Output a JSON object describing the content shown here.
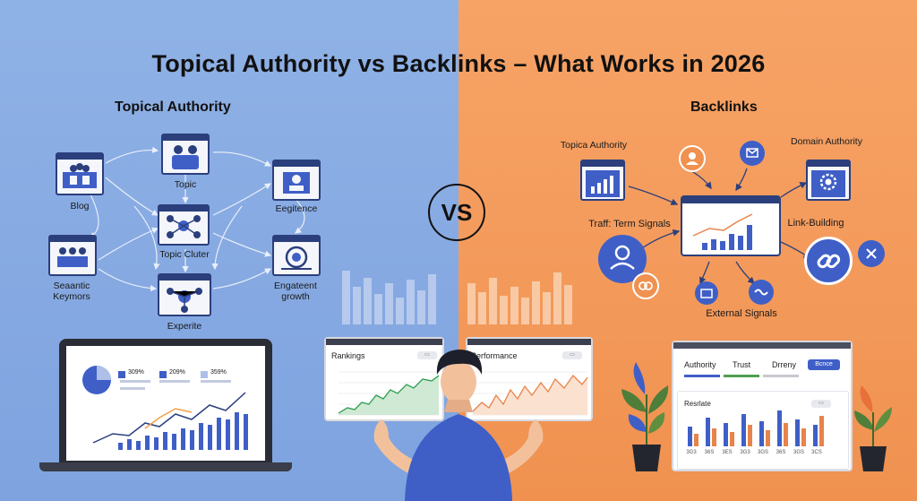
{
  "title": "Topical Authority vs Backlinks – What Works in 2026",
  "left": {
    "heading": "Topical Authority",
    "nodes": {
      "blog": "Blog",
      "topic": "Topic",
      "engagement": "Eegitence",
      "keywords_line1": "Seaantic",
      "keywords_line2": "Keymors",
      "cluster": "Topic Cluter",
      "growth_line1": "Engateent",
      "growth_line2": "growth",
      "expertise": "Experite"
    },
    "laptop": {
      "legend": [
        "309%",
        "209%",
        "359%"
      ]
    }
  },
  "vs": "VS",
  "right": {
    "heading": "Backlinks",
    "nodes": {
      "topical": "Topica Authority",
      "domain": "Domain Authority",
      "traffic": "Traff: Term Signals",
      "link_building": "Link-Building",
      "external": "External Signals"
    },
    "dashboard": {
      "tabs": [
        "Authority",
        "Trust",
        "Drreny"
      ],
      "button": "Bcnce",
      "section": "Resrlate",
      "xticks": [
        "3G3",
        "36S",
        "3ES",
        "3G3",
        "3GS",
        "36S",
        "3GS",
        "3CS"
      ]
    }
  },
  "center": {
    "rankings": "Rankings",
    "performance": "Performance"
  },
  "colors": {
    "left_bg": "#8fb2e6",
    "right_bg": "#f39a5b",
    "navy": "#2b3f7c",
    "icon_blue": "#3f5fc7",
    "orange": "#f0914f",
    "chart_green": "#2e9e4f",
    "chart_orange": "#e8834a"
  }
}
